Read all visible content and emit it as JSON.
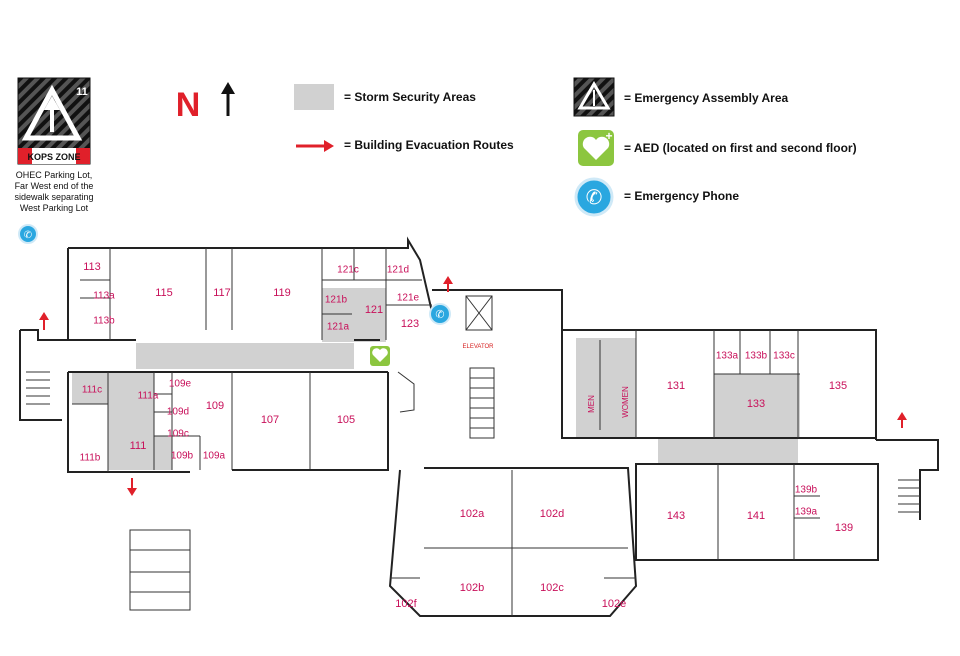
{
  "legend": {
    "north": "N",
    "storm": "= Storm Security Areas",
    "evac": "= Building Evacuation Routes",
    "assembly": "= Emergency Assembly Area",
    "aed": "= AED (located on first and second floor)",
    "phone": "= Emergency Phone"
  },
  "kops": {
    "number": "11",
    "zone_text": "KOPS ZONE",
    "caption": [
      "OHEC Parking Lot,",
      "Far West end of the",
      "sidewalk separating",
      "West Parking Lot"
    ]
  },
  "labels": {
    "elevator": "ELEVATOR",
    "men": "MEN",
    "women": "WOMEN"
  },
  "rooms": {
    "r113": "113",
    "r115": "115",
    "r117": "117",
    "r119": "119",
    "r121": "121",
    "r121a": "121a",
    "r121b": "121b",
    "r121c": "121c",
    "r121d": "121d",
    "r121e": "121e",
    "r123": "123",
    "r113a": "113a",
    "r113b": "113b",
    "r111": "111",
    "r111a": "111a",
    "r111b": "111b",
    "r111c": "111c",
    "r109": "109",
    "r109a": "109a",
    "r109b": "109b",
    "r109c": "109c",
    "r109d": "109d",
    "r109e": "109e",
    "r107": "107",
    "r105": "105",
    "r102a": "102a",
    "r102b": "102b",
    "r102c": "102c",
    "r102d": "102d",
    "r102e": "102e",
    "r102f": "102f",
    "r131": "131",
    "r133": "133",
    "r133a": "133a",
    "r133b": "133b",
    "r133c": "133c",
    "r135": "135",
    "r143": "143",
    "r141": "141",
    "r139": "139",
    "r139a": "139a",
    "r139b": "139b"
  },
  "colors": {
    "storm": "#d1d1d1",
    "evac": "#e0202a",
    "room_label": "#c8105a",
    "aed": "#8cc63f",
    "phone": "#2aa7e0"
  }
}
